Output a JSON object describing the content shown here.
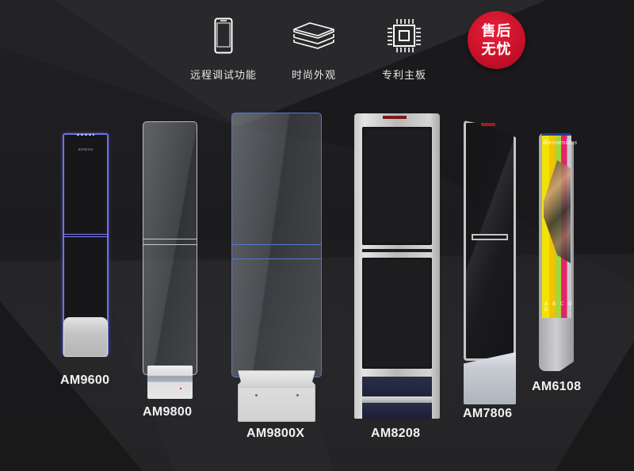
{
  "features": [
    {
      "icon": "smartphone-icon",
      "label": "远程调试功能"
    },
    {
      "icon": "layers-icon",
      "label": "时尚外观"
    },
    {
      "icon": "chip-icon",
      "label": "专利主板"
    }
  ],
  "badge": {
    "line1": "售后",
    "line2": "无忧",
    "color": "#d0142c"
  },
  "products": [
    {
      "model": "AM9600",
      "accent": "#6f6ff0",
      "brand_text": "emeno"
    },
    {
      "model": "AM9800",
      "accent": "#b8bcc0"
    },
    {
      "model": "AM9800X",
      "accent": "#4f78d8"
    },
    {
      "model": "AM8208",
      "accent": "#c9c9c9"
    },
    {
      "model": "AM7806",
      "accent": "#c4c4c4"
    },
    {
      "model": "AM6108",
      "accent": "#f2e400",
      "sign_text": "Bienvenidos",
      "letters": "A B C D E"
    }
  ]
}
